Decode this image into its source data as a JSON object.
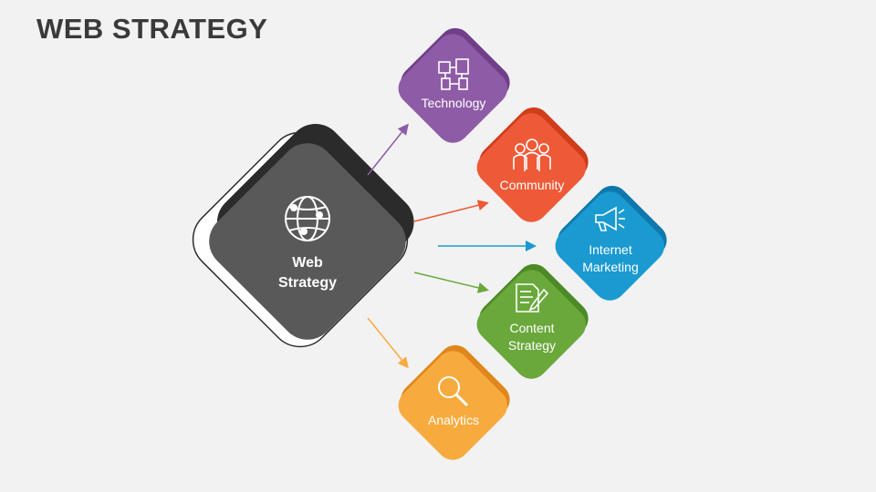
{
  "title": "WEB STRATEGY",
  "center": {
    "label": "Web\nStrategy",
    "icon": "globe-icon",
    "color": "#595959"
  },
  "nodes": [
    {
      "id": "technology",
      "label": "Technology",
      "icon": "network-blocks-icon",
      "color": "#8e5ca6"
    },
    {
      "id": "community",
      "label": "Community",
      "icon": "people-group-icon",
      "color": "#ee5a37"
    },
    {
      "id": "internet-marketing",
      "label": "Internet\nMarketing",
      "icon": "megaphone-icon",
      "color": "#1a9ad0"
    },
    {
      "id": "content-strategy",
      "label": "Content\nStrategy",
      "icon": "document-pen-icon",
      "color": "#6aa83c"
    },
    {
      "id": "analytics",
      "label": "Analytics",
      "icon": "magnifier-icon",
      "color": "#f7ab3f"
    }
  ]
}
